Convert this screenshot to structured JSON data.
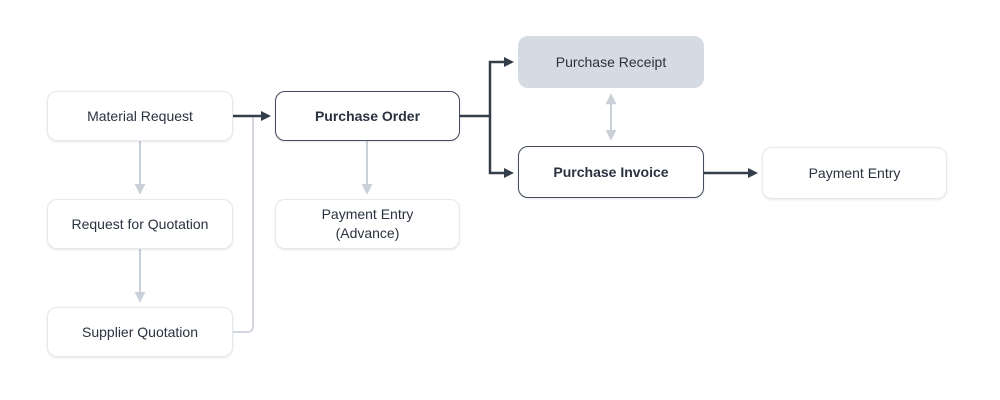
{
  "diagram": {
    "nodes": {
      "material_request": {
        "label": "Material Request",
        "emphasis": "normal",
        "fill": "white"
      },
      "request_for_quotation": {
        "label": "Request for Quotation",
        "emphasis": "normal",
        "fill": "white"
      },
      "supplier_quotation": {
        "label": "Supplier Quotation",
        "emphasis": "normal",
        "fill": "white"
      },
      "purchase_order": {
        "label": "Purchase Order",
        "emphasis": "bold",
        "fill": "white"
      },
      "payment_entry_advance": {
        "label": "Payment Entry\n(Advance)",
        "emphasis": "normal",
        "fill": "white"
      },
      "purchase_receipt": {
        "label": "Purchase Receipt",
        "emphasis": "normal",
        "fill": "gray"
      },
      "purchase_invoice": {
        "label": "Purchase Invoice",
        "emphasis": "bold",
        "fill": "white"
      },
      "payment_entry": {
        "label": "Payment Entry",
        "emphasis": "normal",
        "fill": "white"
      }
    },
    "edges": [
      {
        "from": "Material Request",
        "to": "Purchase Order",
        "style": "dark",
        "arrow": "forward"
      },
      {
        "from": "Material Request",
        "to": "Request for Quotation",
        "style": "gray",
        "arrow": "forward"
      },
      {
        "from": "Request for Quotation",
        "to": "Supplier Quotation",
        "style": "gray",
        "arrow": "forward"
      },
      {
        "from": "Supplier Quotation",
        "to": "Purchase Order",
        "style": "light",
        "arrow": "none"
      },
      {
        "from": "Purchase Order",
        "to": "Payment Entry (Advance)",
        "style": "gray",
        "arrow": "forward"
      },
      {
        "from": "Purchase Order",
        "to": "Purchase Receipt",
        "style": "dark",
        "arrow": "forward"
      },
      {
        "from": "Purchase Order",
        "to": "Purchase Invoice",
        "style": "dark",
        "arrow": "forward"
      },
      {
        "from": "Purchase Receipt",
        "to": "Purchase Invoice",
        "style": "gray",
        "arrow": "both"
      },
      {
        "from": "Purchase Invoice",
        "to": "Payment Entry",
        "style": "dark",
        "arrow": "forward"
      }
    ],
    "colors": {
      "background": "#ffffff",
      "dark_stroke": "#333e4a",
      "gray_stroke": "#c9d0d8",
      "light_stroke": "#d2d8de",
      "light_border": "#e5e8ec",
      "dark_border": "#414b59",
      "gray_node_fill": "#d5dbe2",
      "text": "#2a3240"
    }
  }
}
